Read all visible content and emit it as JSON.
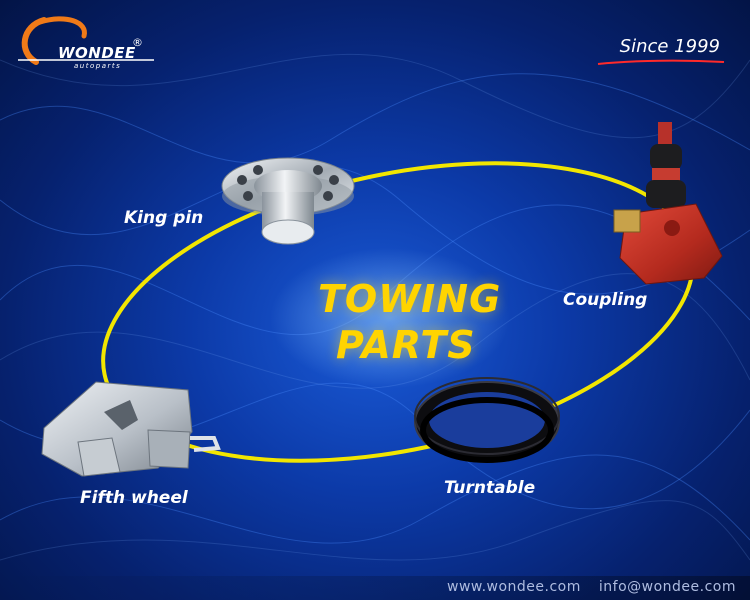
{
  "brand": {
    "name": "WONDEE",
    "subtitle": "autoparts",
    "registered": "®"
  },
  "since": "Since 1999",
  "headline": {
    "line1": "TOWING",
    "line2": "PARTS"
  },
  "parts": [
    {
      "label": "King pin",
      "icon": "king-pin-icon"
    },
    {
      "label": "Coupling",
      "icon": "coupling-icon"
    },
    {
      "label": "Fifth wheel",
      "icon": "fifth-wheel-icon"
    },
    {
      "label": "Turntable",
      "icon": "turntable-icon"
    }
  ],
  "footer": {
    "website": "www.wondee.com",
    "email": "info@wondee.com"
  },
  "colors": {
    "accent": "#ffd400",
    "orbit": "#f2e600",
    "brand_orange": "#f07a18",
    "background": "#0c3aa8"
  }
}
